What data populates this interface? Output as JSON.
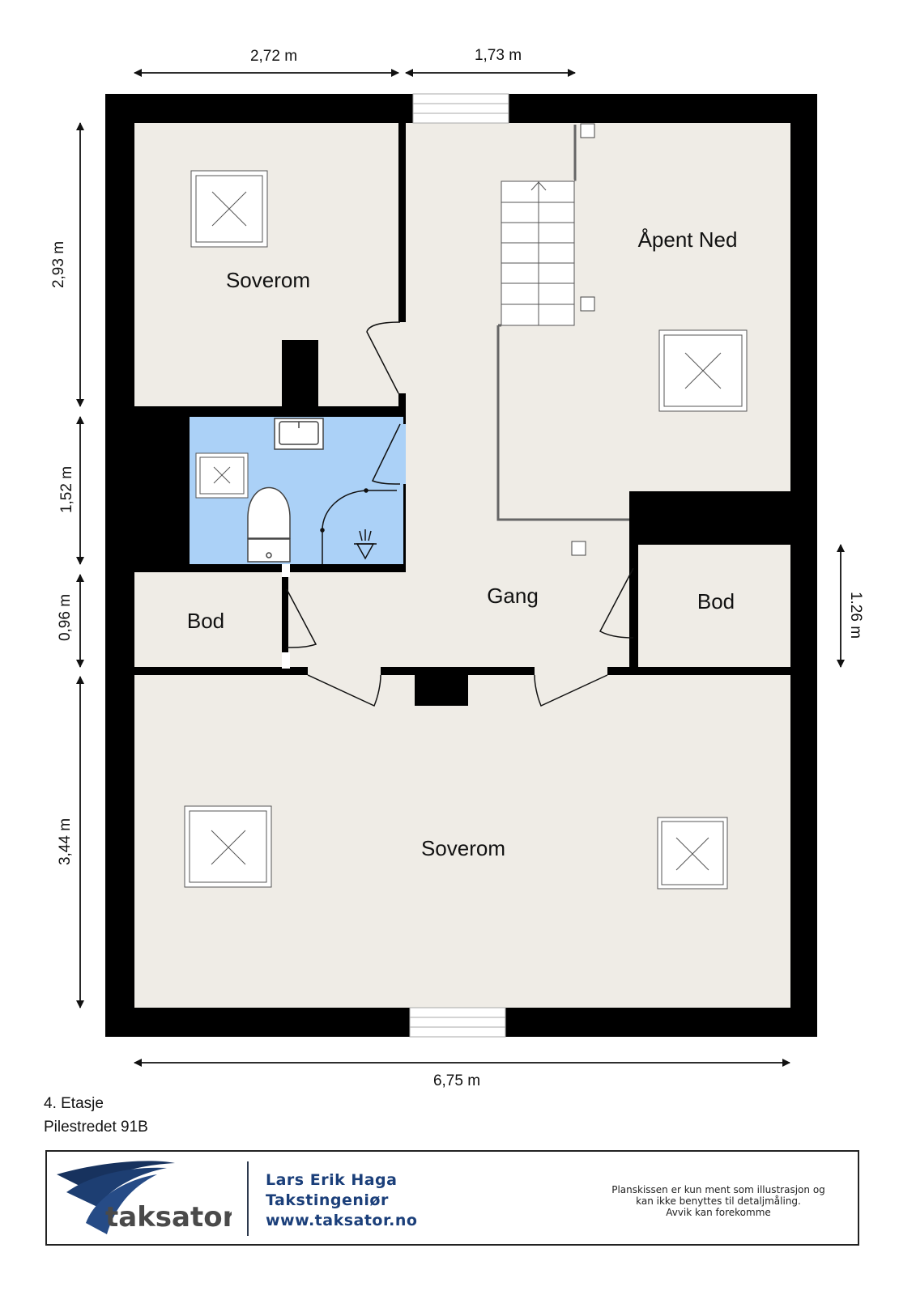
{
  "rooms": {
    "soverom_top": "Soverom",
    "apent_ned": "Åpent Ned",
    "gang": "Gang",
    "bod_left": "Bod",
    "bod_right": "Bod",
    "soverom_bottom": "Soverom"
  },
  "dimensions": {
    "top_left": "2,72 m",
    "top_right": "1,73 m",
    "left_1": "2,93 m",
    "left_2": "1,52 m",
    "left_3": "0,96 m",
    "left_4": "3,44 m",
    "right_1": "1.26 m",
    "bottom": "6,75 m"
  },
  "floor": {
    "level": "4. Etasje",
    "address": "Pilestredet 91B"
  },
  "footer": {
    "logo_text": "taksator",
    "name": "Lars Erik Haga",
    "title": "Takstingeniør",
    "website": "www.taksator.no",
    "disclaimer_1": "Planskissen er kun ment som illustrasjon og",
    "disclaimer_2": "kan ikke benyttes til detaljmåling.",
    "disclaimer_3": "Avvik kan forekomme"
  },
  "colors": {
    "wall": "#000000",
    "floor": "#efece6",
    "bathroom": "#abd1f7",
    "brand_blue": "#1b3f7a"
  }
}
